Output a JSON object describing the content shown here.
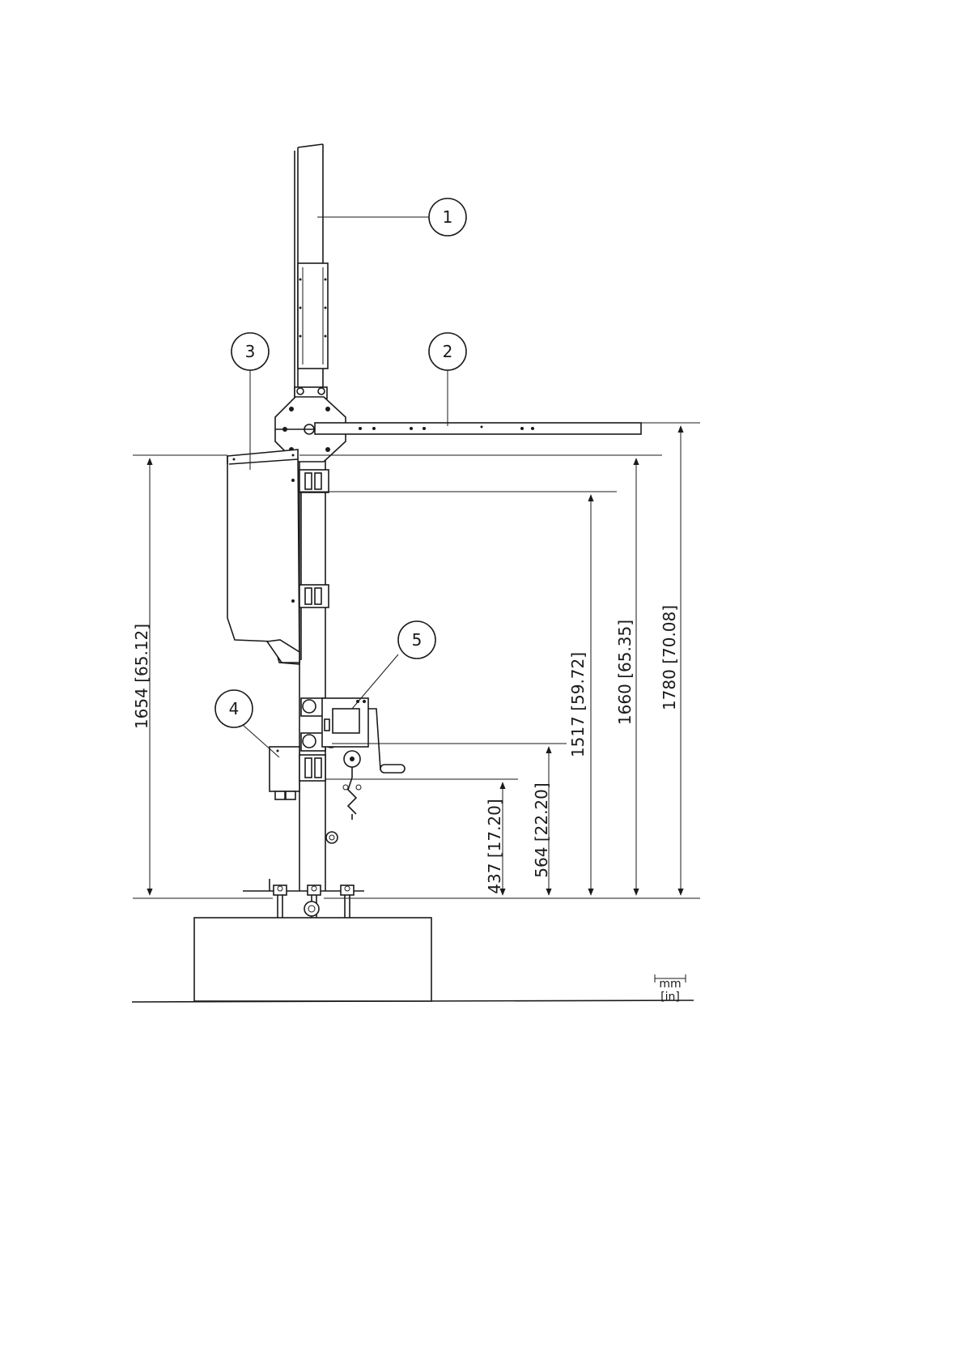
{
  "callouts": [
    {
      "id": "1",
      "label": "1"
    },
    {
      "id": "2",
      "label": "2"
    },
    {
      "id": "3",
      "label": "3"
    },
    {
      "id": "4",
      "label": "4"
    },
    {
      "id": "5",
      "label": "5"
    }
  ],
  "dimensions": [
    {
      "id": "d1654",
      "text": "1654 [65.12]",
      "mm": 1654,
      "in": 65.12
    },
    {
      "id": "d1517",
      "text": "1517 [59.72]",
      "mm": 1517,
      "in": 59.72
    },
    {
      "id": "d1660",
      "text": "1660 [65.35]",
      "mm": 1660,
      "in": 65.35
    },
    {
      "id": "d1780",
      "text": "1780 [70.08]",
      "mm": 1780,
      "in": 70.08
    },
    {
      "id": "d564",
      "text": "564 [22.20]",
      "mm": 564,
      "in": 22.2
    },
    {
      "id": "d437",
      "text": "437 [17.20]",
      "mm": 437,
      "in": 17.2
    }
  ],
  "units": {
    "primary": "mm",
    "secondary": "[in]"
  },
  "colors": {
    "line": "#1a1a1a",
    "background": "#ffffff"
  }
}
